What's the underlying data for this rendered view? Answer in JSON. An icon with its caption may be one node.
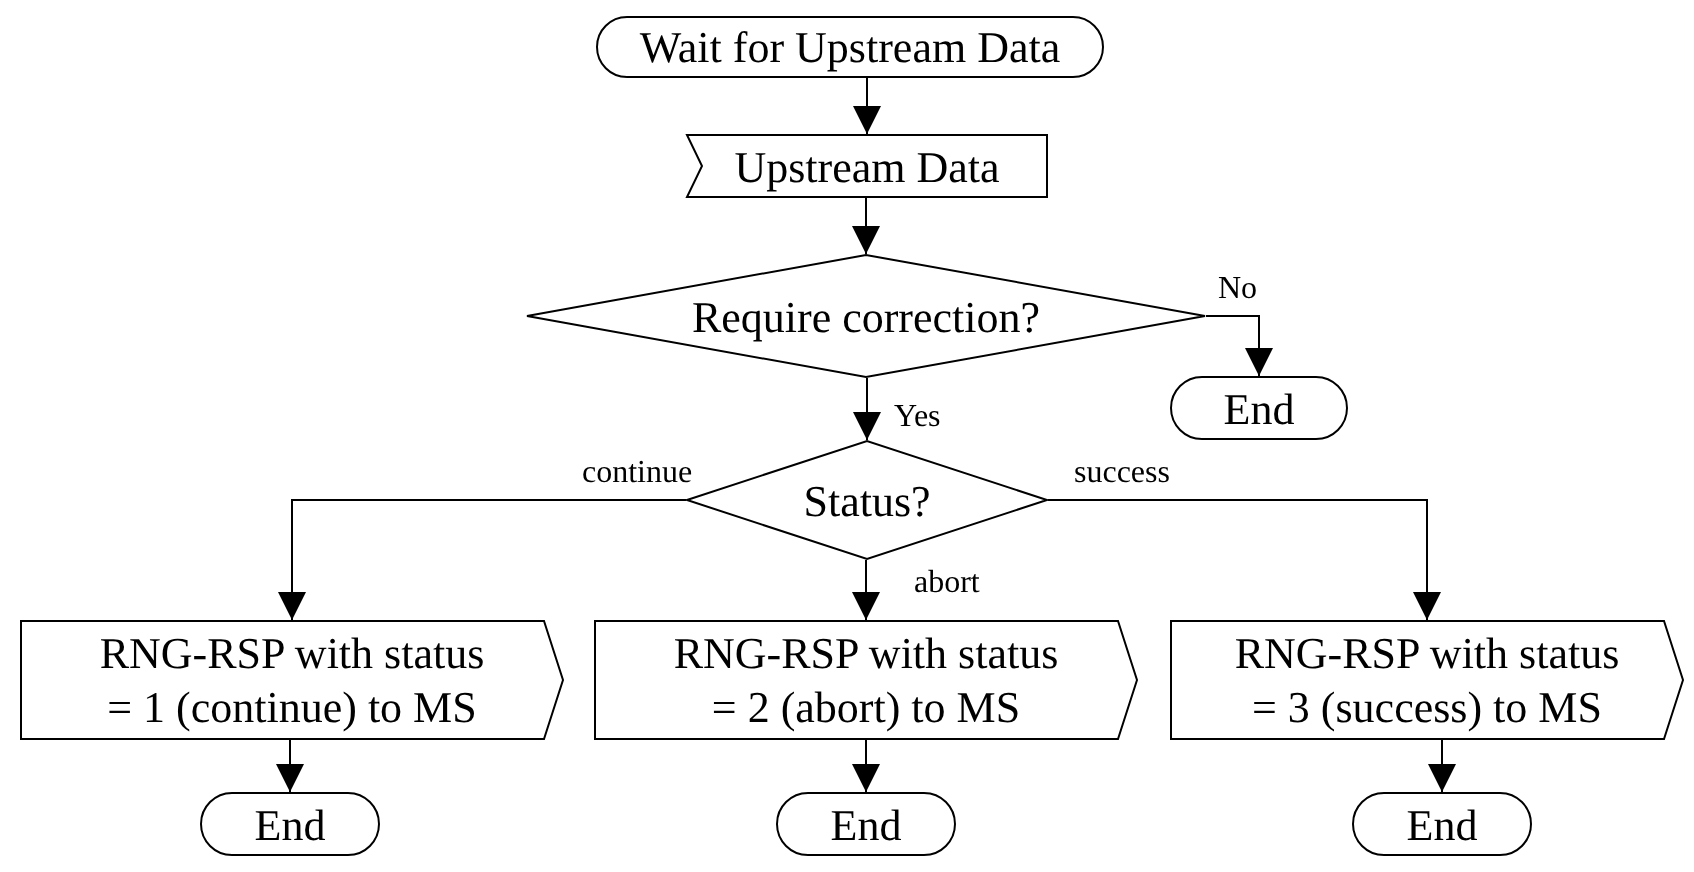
{
  "diagram": {
    "nodes": [
      {
        "text": [
          "Wait for Upstream Data"
        ]
      },
      {
        "text": [
          "Upstream Data"
        ]
      },
      {
        "text": [
          "Require correction?"
        ]
      },
      {
        "text": [
          "End"
        ]
      },
      {
        "text": [
          "Status?"
        ]
      },
      {
        "text": [
          "RNG-RSP with status = 1 (continue) to MS"
        ]
      },
      {
        "text": [
          "RNG-RSP with status = 2 (abort) to MS"
        ]
      },
      {
        "text": [
          "RNG-RSP with status = 3 (success) to MS"
        ]
      },
      {
        "text": [
          "End"
        ]
      },
      {
        "text": [
          "End"
        ]
      },
      {
        "text": [
          "End"
        ]
      }
    ],
    "edges": [
      {
        "from": 0,
        "to": 1,
        "arrow": "to"
      },
      {
        "from": 1,
        "to": 2,
        "arrow": "to"
      },
      {
        "from": 2,
        "to": 3,
        "arrow": "to",
        "label": "No"
      },
      {
        "from": 2,
        "to": 4,
        "arrow": "to",
        "label": "Yes"
      },
      {
        "from": 4,
        "to": 5,
        "arrow": "to",
        "label": "continue"
      },
      {
        "from": 4,
        "to": 6,
        "arrow": "to",
        "label": "abort"
      },
      {
        "from": 4,
        "to": 7,
        "arrow": "to",
        "label": "success"
      },
      {
        "from": 5,
        "to": 8,
        "arrow": "to"
      },
      {
        "from": 6,
        "to": 9,
        "arrow": "to"
      },
      {
        "from": 7,
        "to": 10,
        "arrow": "to"
      }
    ]
  }
}
